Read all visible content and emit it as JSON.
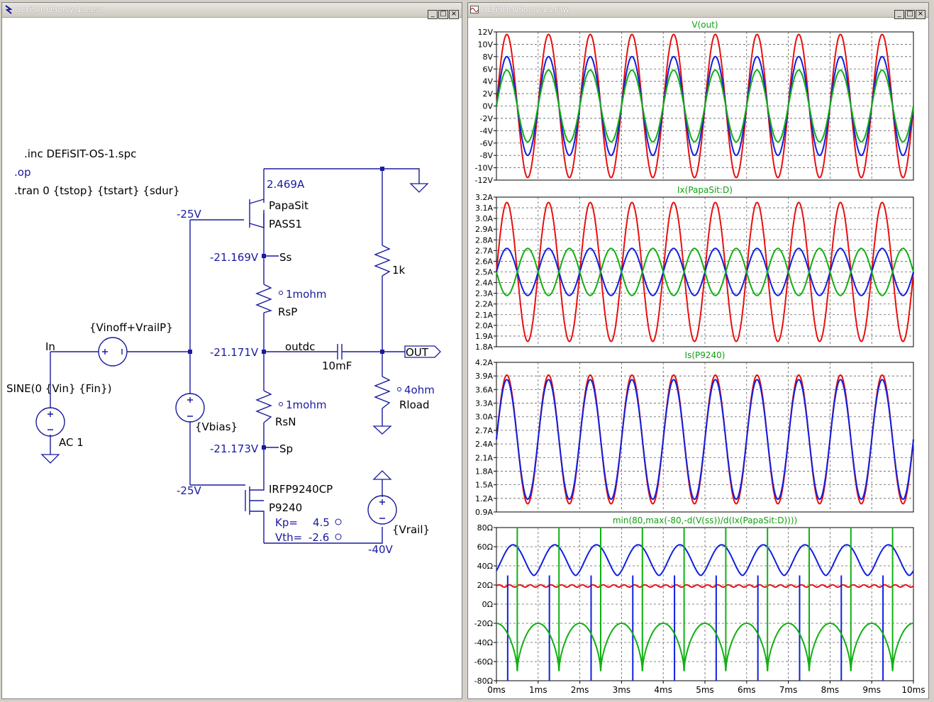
{
  "schematic_window": {
    "title": "DEFiSIT-OSonly-1a.asc",
    "directives": {
      "inc": ".inc DEFiSIT-OS-1.spc",
      "op": ".op",
      "tran": ".tran 0 {tstop} {tstart} {sdur}"
    },
    "labels": {
      "papasit_current": "2.469A",
      "papasit_name": "PapaSit",
      "papasit_model": "PASS1",
      "gate_top_voltage": "-25V",
      "ss_voltage": "-21.169V",
      "ss_label": "Ss",
      "rsp_value": "1mohm",
      "rsp_name": "RsP",
      "r1k_value": "1k",
      "source_v1": "{Vinoff+VrailP}",
      "in_label": "In",
      "sine_label": "SINE(0 {Vin} {Fin})",
      "ac_label": "AC 1",
      "vbias_label": "{Vbias}",
      "outdc_voltage": "-21.171V",
      "outdc_label": "outdc",
      "cap_value": "10mF",
      "out_label": "OUT",
      "rload_value": "4ohm",
      "rload_name": "Rload",
      "rsn_value": "1mohm",
      "rsn_name": "RsN",
      "sp_voltage": "-21.173V",
      "sp_label": "Sp",
      "gate_bottom_voltage": "-25V",
      "mosfet_model": "IRFP9240CP",
      "mosfet_name": "P9240",
      "kp_label": "Kp=",
      "kp_value": "4.5",
      "vth_label": "Vth=",
      "vth_value": "-2.6",
      "vrail_label": "{Vrail}",
      "rail_voltage": "-40V"
    }
  },
  "waveform_window": {
    "title": "DEFiSIT-OSonly-1a.raw",
    "colors": {
      "red": "#e81010",
      "blue": "#1020e0",
      "green": "#10b010",
      "grid": "#606060",
      "schematic": "#1a1aa0"
    },
    "x_ticks": [
      "0ms",
      "1ms",
      "2ms",
      "3ms",
      "4ms",
      "5ms",
      "6ms",
      "7ms",
      "8ms",
      "9ms",
      "10ms"
    ]
  },
  "chart_data": [
    {
      "type": "line",
      "title": "V(out)",
      "x_range": [
        0,
        10
      ],
      "x_unit": "ms",
      "ylim": [
        -12,
        12
      ],
      "y_ticks": [
        "12V",
        "10V",
        "8V",
        "6V",
        "4V",
        "2V",
        "0V",
        "-2V",
        "-4V",
        "-6V",
        "-8V",
        "-10V",
        "-12V"
      ],
      "frequency_khz": 1,
      "series": [
        {
          "color": "red",
          "offset": 0,
          "amplitude": 11.6
        },
        {
          "color": "blue",
          "offset": 0,
          "amplitude": 8.0
        },
        {
          "color": "green",
          "offset": 0,
          "amplitude": 5.8
        }
      ]
    },
    {
      "type": "line",
      "title": "Ix(PapaSit:D)",
      "x_range": [
        0,
        10
      ],
      "x_unit": "ms",
      "ylim": [
        1.8,
        3.2
      ],
      "y_ticks": [
        "3.2A",
        "3.1A",
        "3.0A",
        "2.9A",
        "2.8A",
        "2.7A",
        "2.6A",
        "2.5A",
        "2.4A",
        "2.3A",
        "2.2A",
        "2.1A",
        "2.0A",
        "1.9A",
        "1.8A"
      ],
      "series": [
        {
          "color": "red",
          "offset": 2.5,
          "amplitude": 0.65,
          "phase": "same"
        },
        {
          "color": "blue",
          "offset": 2.5,
          "amplitude": 0.22,
          "phase": "same"
        },
        {
          "color": "green",
          "offset": 2.5,
          "amplitude": 0.22,
          "phase": "inverted"
        }
      ]
    },
    {
      "type": "line",
      "title": "Is(P9240)",
      "x_range": [
        0,
        10
      ],
      "x_unit": "ms",
      "ylim": [
        0.9,
        4.2
      ],
      "y_ticks": [
        "4.2A",
        "3.9A",
        "3.6A",
        "3.3A",
        "3.0A",
        "2.7A",
        "2.4A",
        "2.1A",
        "1.8A",
        "1.5A",
        "1.2A",
        "0.9A"
      ],
      "series": [
        {
          "color": "red",
          "offset": 2.5,
          "amplitude": 1.42
        },
        {
          "color": "blue",
          "offset": 2.5,
          "amplitude": 1.32
        }
      ]
    },
    {
      "type": "line",
      "title": "min(80,max(-80,-d(V(ss))/d(Ix(PapaSit:D))))",
      "x_range": [
        0,
        10
      ],
      "x_unit": "ms",
      "ylim": [
        -80,
        80
      ],
      "y_ticks": [
        "80Ω",
        "60Ω",
        "40Ω",
        "20Ω",
        "0Ω",
        "-20Ω",
        "-40Ω",
        "-60Ω",
        "-80Ω"
      ],
      "series": [
        {
          "color": "red",
          "shape": "ripple",
          "base": 19
        },
        {
          "color": "blue",
          "shape": "humps",
          "low": 30,
          "high": 62
        },
        {
          "color": "green",
          "shape": "arches",
          "low": -70,
          "high": -20
        }
      ]
    }
  ]
}
